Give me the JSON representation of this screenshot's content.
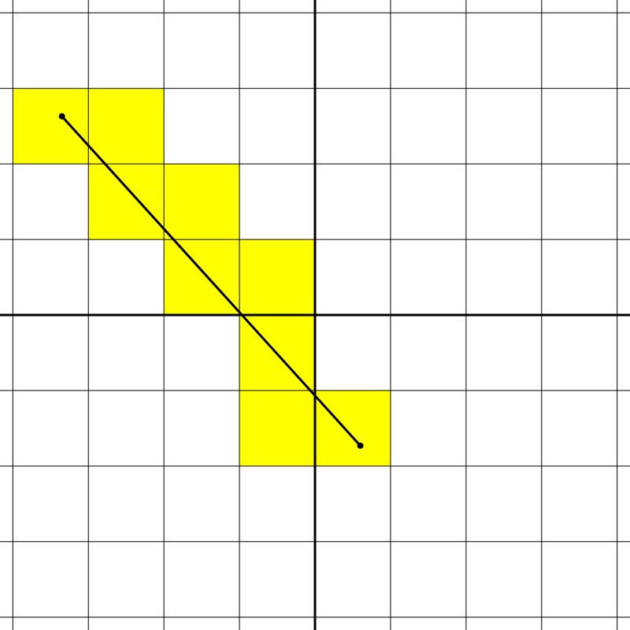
{
  "diagram": {
    "type": "grid-line-rasterization",
    "x_range": [
      -4.17,
      4.17
    ],
    "y_range": [
      -4.17,
      4.17
    ],
    "grid_step": 1,
    "axes_visible": true,
    "grid_visible": true,
    "colors": {
      "background": "#ffffff",
      "grid": "#000000",
      "axes": "#000000",
      "highlight": "#ffff00",
      "segment": "#000000"
    },
    "segment": {
      "start": [
        -3.35,
        2.63
      ],
      "end": [
        0.6,
        -1.73
      ]
    },
    "highlighted_cells": [
      [
        -4,
        2
      ],
      [
        -3,
        2
      ],
      [
        -3,
        1
      ],
      [
        -2,
        1
      ],
      [
        -2,
        0
      ],
      [
        -1,
        0
      ],
      [
        -1,
        -1
      ],
      [
        -1,
        -2
      ],
      [
        0,
        -2
      ]
    ]
  }
}
